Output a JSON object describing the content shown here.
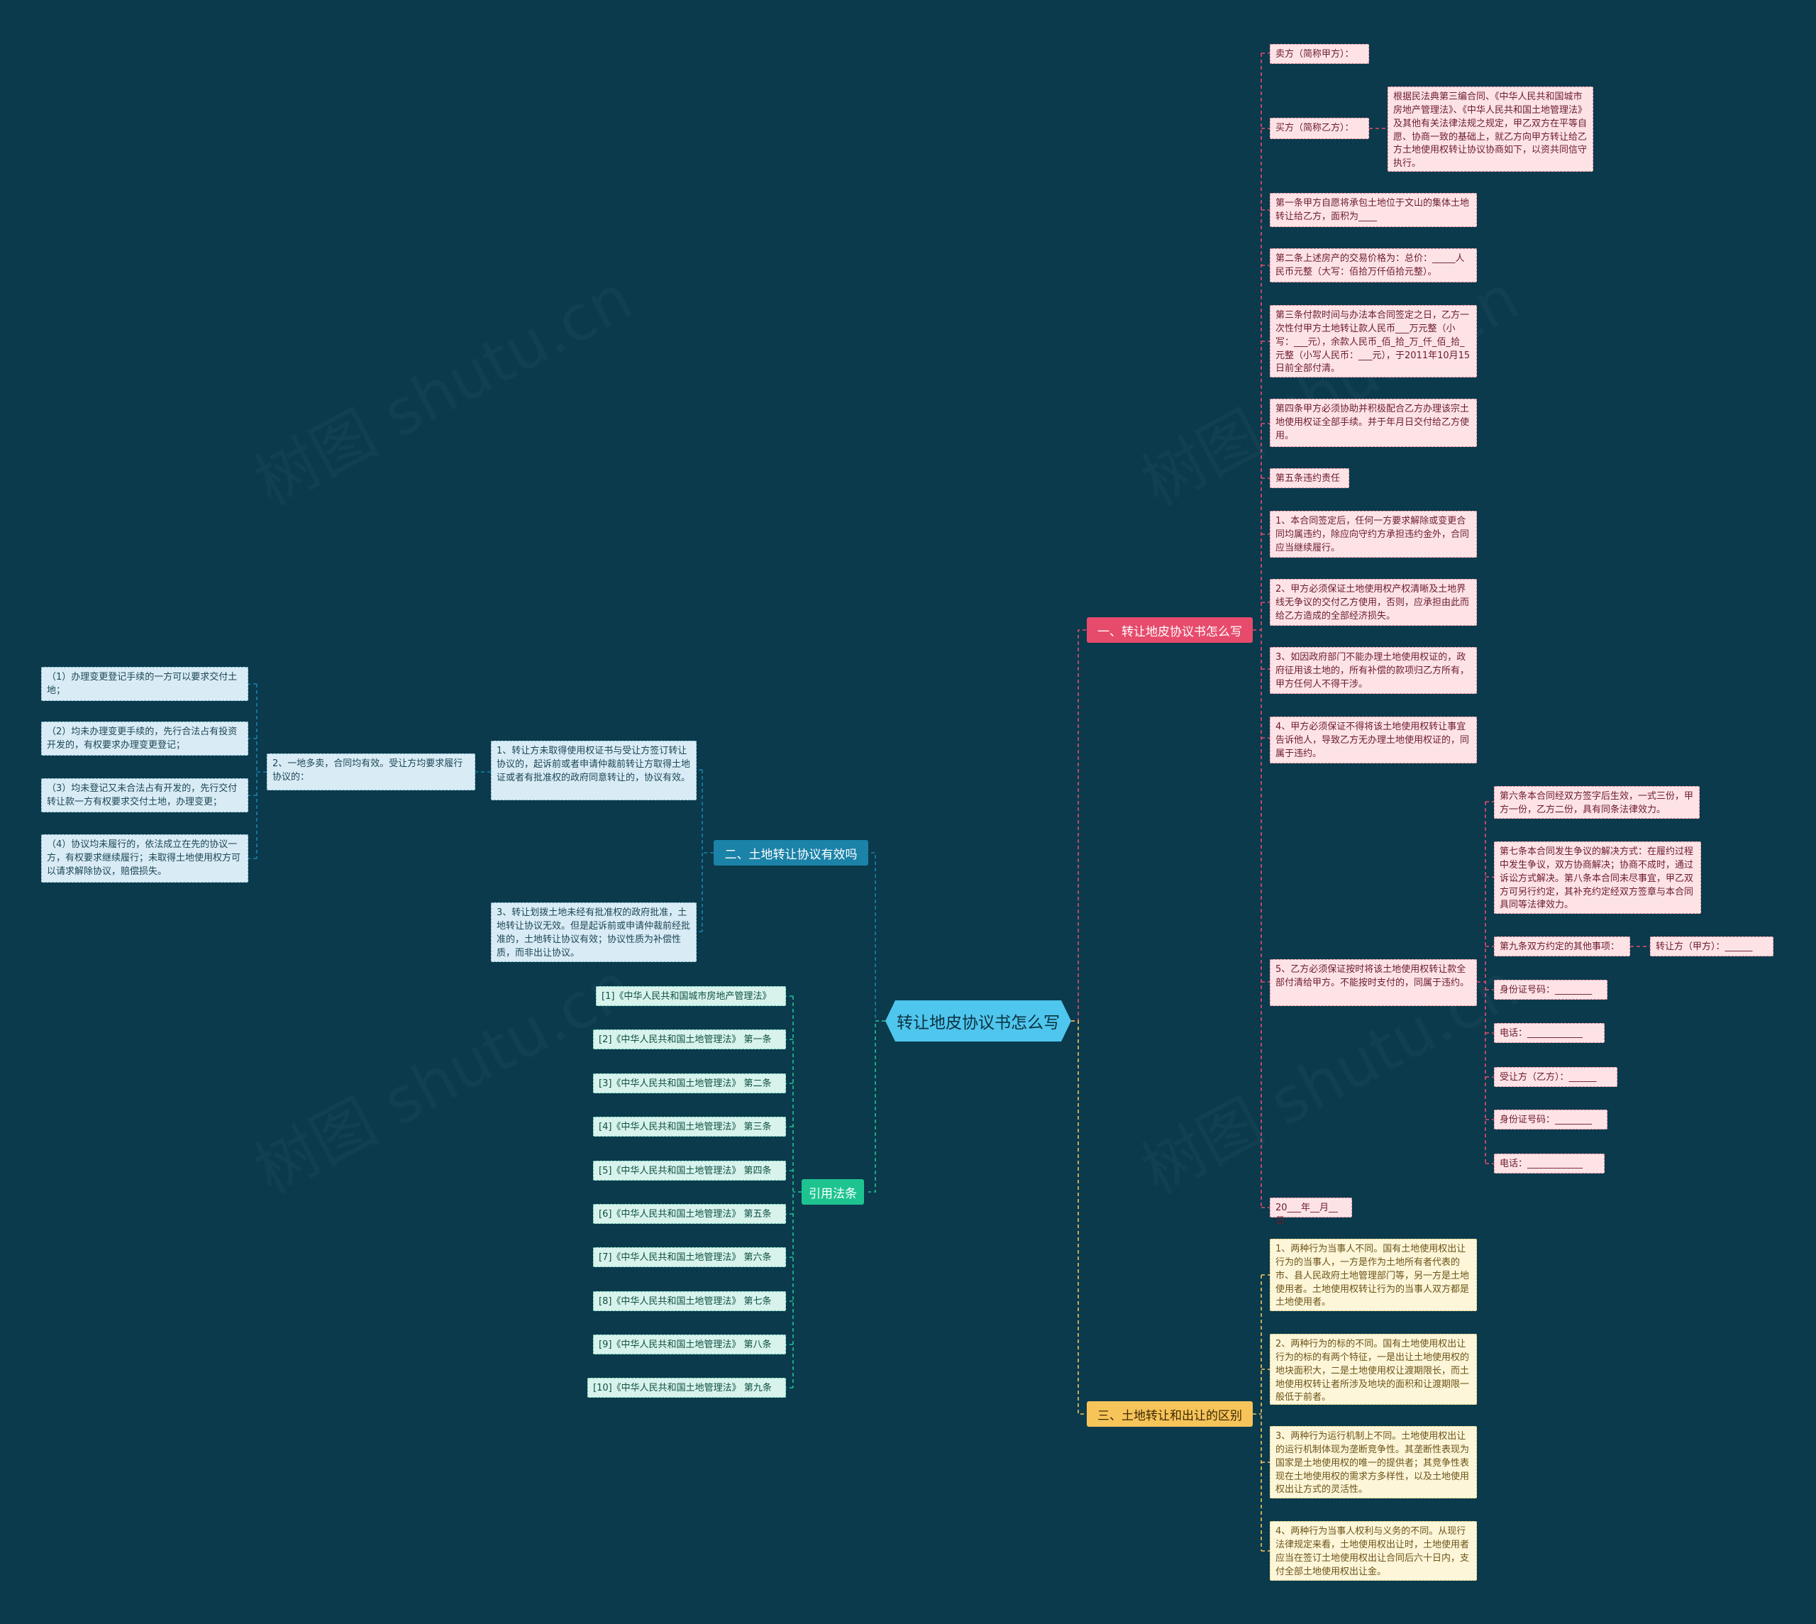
{
  "root": "转让地皮协议书怎么写",
  "branches": {
    "b1": "一、转让地皮协议书怎么写",
    "b2": "二、土地转让协议有效吗",
    "b3": "三、土地转让和出让的区别",
    "b4": "引用法条"
  },
  "b1_items": {
    "seller": "卖方（简称甲方）：",
    "buyer": "买方（简称乙方）：",
    "preamble": "根据民法典第三编合同、《中华人民共和国城市房地产管理法》、《中华人民共和国土地管理法》及其他有关法律法规之规定，甲乙双方在平等自愿、协商一致的基础上，就乙方向甲方转让给乙方土地使用权转让协议协商如下，以资共同信守执行。",
    "art1": "第一条甲方自愿将承包土地位于文山的集体土地转让给乙方，面积为____",
    "art2": "第二条上述房产的交易价格为：总价：_____人民币元整（大写：佰拾万仟佰拾元整）。",
    "art3": "第三条付款时间与办法本合同签定之日，乙方一次性付甲方土地转让款人民币___万元整（小写：___元），余款人民币_佰_拾_万_仟_佰_拾_元整（小写人民币：___元），于2011年10月15日前全部付清。",
    "art4": "第四条甲方必须协助并积极配合乙方办理该宗土地使用权证全部手续。并于年月日交付给乙方使用。",
    "art5": "第五条违约责任",
    "v1": "1、本合同签定后，任何一方要求解除或变更合同均属违约，除应向守约方承担违约金外，合同应当继续履行。",
    "v2": "2、甲方必须保证土地使用权产权清晰及土地界线无争议的交付乙方使用，否则，应承担由此而给乙方造成的全部经济损失。",
    "v3": "3、如因政府部门不能办理土地使用权证的，政府征用该土地的，所有补偿的款项归乙方所有，甲方任何人不得干涉。",
    "v4": "4、甲方必须保证不得将该土地使用权转让事宜告诉他人，导致乙方无办理土地使用权证的，同属于违约。",
    "v5": "5、乙方必须保证按时将该土地使用权转让款全部付清给甲方。不能按时支付的，同属于违约。",
    "art6": "第六条本合同经双方签字后生效，一式三份，甲方一份，乙方二份，具有同条法律效力。",
    "art7": "第七条本合同发生争议的解决方式：在履约过程中发生争议，双方协商解决；协商不成时，通过诉讼方式解决。第八条本合同未尽事宜，甲乙双方可另行约定，其补充约定经双方签章与本合同具同等法律效力。",
    "art9": "第九条双方约定的其他事项：",
    "transferor": "转让方（甲方）：______",
    "id1": "身份证号码：________",
    "tel1": "电话：____________",
    "transferee": "受让方（乙方）：______",
    "id2": "身份证号码：________",
    "tel2": "电话：____________",
    "date": "20___年__月__日"
  },
  "b2_items": {
    "c1": "1、转让方未取得使用权证书与受让方签订转让协议的，起诉前或者申请仲裁前转让方取得土地证或者有批准权的政府同意转让的，协议有效。",
    "c2": "2、一地多卖，合同均有效。受让方均要求履行协议的：",
    "s1": "（1）办理变更登记手续的一方可以要求交付土地；",
    "s2": "（2）均未办理变更手续的，先行合法占有投资开发的，有权要求办理变更登记；",
    "s3": "（3）均未登记又未合法占有开发的，先行交付转让款一方有权要求交付土地，办理变更；",
    "s4": "（4）协议均未履行的，依法成立在先的协议一方，有权要求继续履行；未取得土地使用权方可以请求解除协议，赔偿损失。",
    "c3": "3、转让划拨土地未经有批准权的政府批准，土地转让协议无效。但是起诉前或申请仲裁前经批准的，土地转让协议有效；协议性质为补偿性质，而非出让协议。"
  },
  "b3_items": {
    "d1": "1、两种行为当事人不同。国有土地使用权出让行为的当事人，一方是作为土地所有者代表的市、县人民政府土地管理部门等，另一方是土地使用者。土地使用权转让行为的当事人双方都是土地使用者。",
    "d2": "2、两种行为的标的不同。国有土地使用权出让行为的标的有两个特征，一是出让土地使用权的地块面积大，二是土地使用权让渡期限长，而土地使用权转让者所涉及地块的面积和让渡期限一般低于前者。",
    "d3": "3、两种行为运行机制上不同。土地使用权出让的运行机制体现为垄断竞争性。其垄断性表现为国家是土地使用权的唯一的提供者；其竞争性表现在土地使用权的需求方多样性，以及土地使用权出让方式的灵活性。",
    "d4": "4、两种行为当事人权利与义务的不同。从现行法律规定来看，土地使用权出让时，土地使用者应当在签订土地使用权出让合同后六十日内，支付全部土地使用权出让金。"
  },
  "b4_items": [
    "[1]《中华人民共和国城市房地产管理法》",
    "[2]《中华人民共和国土地管理法》 第一条",
    "[3]《中华人民共和国土地管理法》 第二条",
    "[4]《中华人民共和国土地管理法》 第三条",
    "[5]《中华人民共和国土地管理法》 第四条",
    "[6]《中华人民共和国土地管理法》 第五条",
    "[7]《中华人民共和国土地管理法》 第六条",
    "[8]《中华人民共和国土地管理法》 第七条",
    "[9]《中华人民共和国土地管理法》 第八条",
    "[10]《中华人民共和国土地管理法》 第九条"
  ],
  "colors": {
    "background": "#0a3a4c",
    "root": "#4fc6ee",
    "branch1": "#e74b6c",
    "branch2": "#1b82a8",
    "branch3": "#f7c45a",
    "branch4": "#1ec490"
  }
}
